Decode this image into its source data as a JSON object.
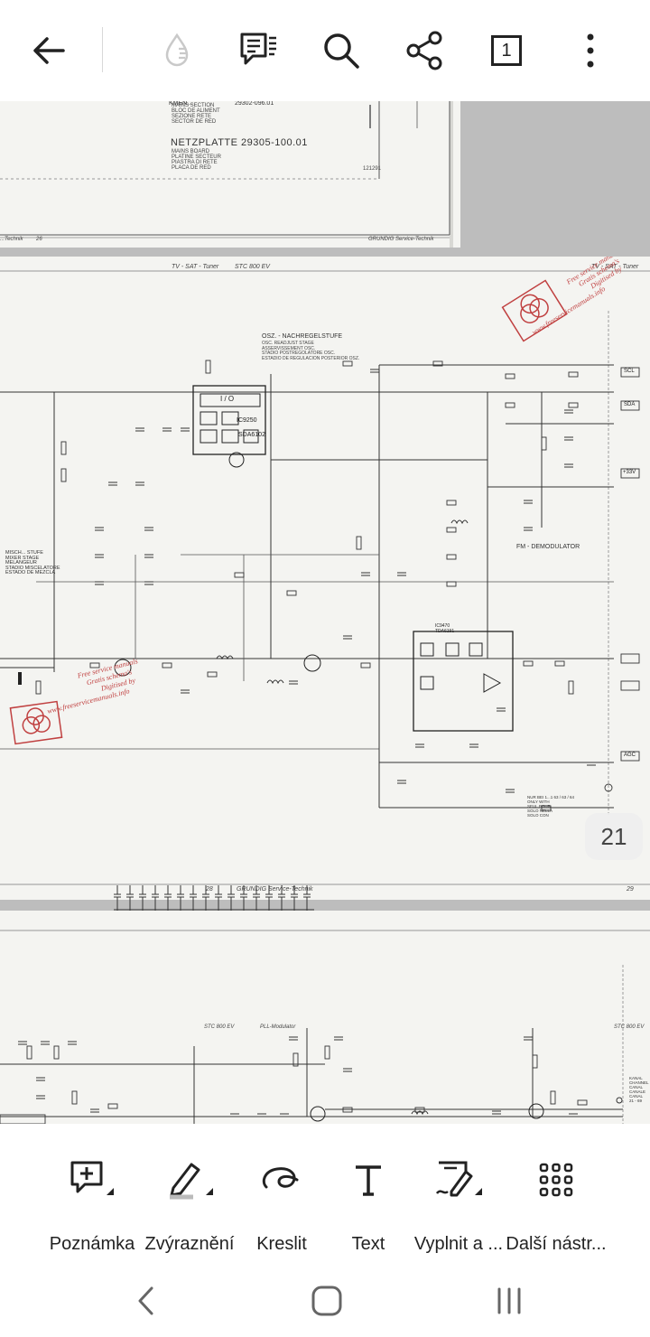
{
  "toolbar": {
    "back_icon": "arrow-left-icon",
    "ink_icon": "water-drop-icon",
    "comments_icon": "comment-list-icon",
    "search_icon": "search-icon",
    "share_icon": "share-icon",
    "page_icon_value": "1",
    "menu_icon": "more-vertical-icon"
  },
  "document": {
    "page1": {
      "netzplatte_label": "NETZPLATTE 29305-100.01",
      "sub_lines": [
        "MAINS BOARD",
        "PLATINE SECTEUR",
        "PIASTRA DI RETE",
        "PLACA DE RED"
      ],
      "top_lines": [
        "MAINS SECTION",
        "BLOC DE ALIMENT",
        "SEZIONE RETE",
        "SECTOR DE RED"
      ],
      "code": "121291",
      "footer_left": "26",
      "footer_left_small": "...Technik",
      "footer_right": "GRUNDIG Service-Technik"
    },
    "page2": {
      "header_left": "TV - SAT - Tuner",
      "header_mid": "STC 800 EV",
      "header_right": "TV - SAT - Tuner",
      "osz_title": "OSZ. - NACHREGELSTUFE",
      "osz_lines": [
        "OSC. READJUST STAGE",
        "ASSERVISSEMENT OSC.",
        "STADIO POSTREGOLATORE OSC.",
        "ESTADIO DE REGULACION POSTERIOR OSZ."
      ],
      "ic_name": "IC9250",
      "ic_part": "SDA6102",
      "ic_io": "I / O",
      "fm_label": "FM - DEMODULATOR",
      "mischstufe_lines": [
        "MISCH... STUFE",
        "MIXER STAGE",
        "MELANGEUR",
        "STADIO MISCELATORE",
        "ESTADO DE MEZCLA"
      ],
      "ic2_name": "IC9470",
      "ic2_part": "TDA6191",
      "out_labels": [
        "SCL",
        "SDA",
        "+33V",
        "AGC"
      ],
      "footer_left": "28",
      "footer_mid": "GRUNDIG Service-Technik",
      "footer_right": "29",
      "note_lines": [
        "NUR BEI 1...1 63 / 63 / 64",
        "ONLY WITH",
        "SEUL POUR",
        "SOLO NELLA",
        "SOLO CON"
      ]
    },
    "page3": {
      "header_left": "STC 800 EV",
      "header_mid": "PLL-Modulator",
      "header_right": "STC 800 EV",
      "out_label_lines": [
        "KANAL",
        "CHANNEL",
        "CANAL",
        "CANALE",
        "CANAL",
        "21 - 69"
      ]
    },
    "watermark": {
      "line1": "Free service manuals",
      "line2": "Gratis schema's",
      "line3": "Digitised by",
      "url": "www.freeservicemanuals.info"
    },
    "page_indicator": "21"
  },
  "tools": [
    {
      "label": "Poznámka",
      "icon": "note-add-icon"
    },
    {
      "label": "Zvýraznění",
      "icon": "highlighter-icon"
    },
    {
      "label": "Kreslit",
      "icon": "draw-loop-icon"
    },
    {
      "label": "Text",
      "icon": "text-T-icon"
    },
    {
      "label": "Vyplnit a ...",
      "icon": "fill-sign-icon"
    },
    {
      "label": "Další nástr...",
      "icon": "grid-dots-icon"
    }
  ],
  "navbar": {
    "back_icon": "chevron-left-icon",
    "home_icon": "rounded-square-icon",
    "recents_icon": "three-bars-icon"
  },
  "colors": {
    "viewer_bg": "#bdbdbd",
    "page_bg": "#f4f4f1",
    "watermark_red": "#c04040",
    "icon": "#222222"
  }
}
